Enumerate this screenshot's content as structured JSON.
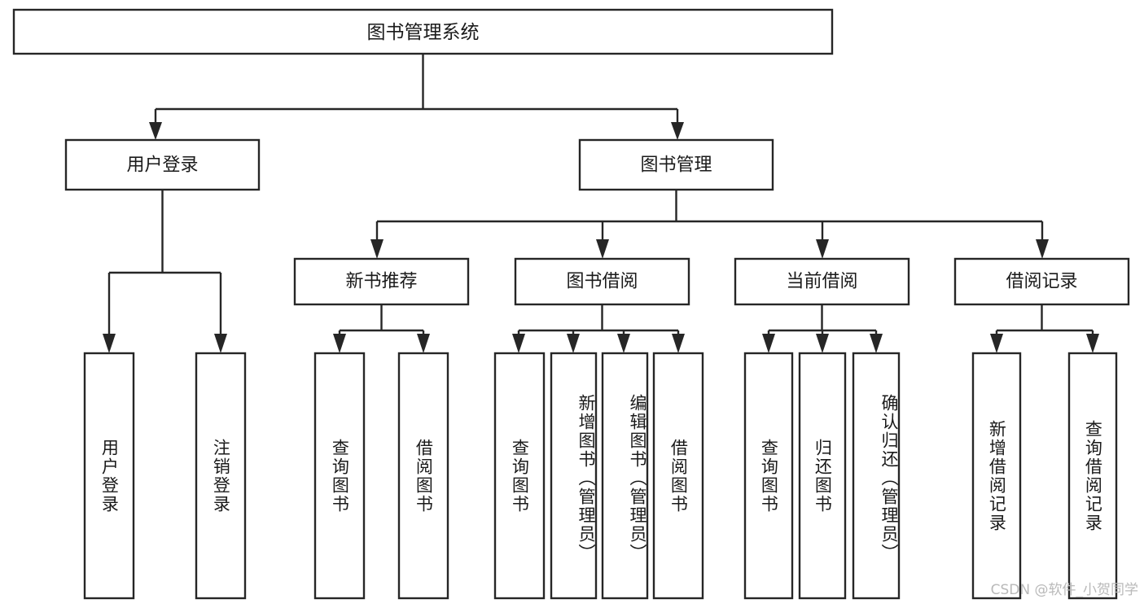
{
  "diagram": {
    "title": "图书管理系统",
    "type": "hierarchy-tree",
    "colors": {
      "stroke": "#262626",
      "fill": "#ffffff",
      "text": "#1a1a1a",
      "watermark": "#b9b9b9",
      "background": "#ffffff"
    },
    "root": {
      "label": "图书管理系统"
    },
    "level2": [
      {
        "label": "用户登录"
      },
      {
        "label": "图书管理"
      }
    ],
    "level3": [
      {
        "label": "新书推荐"
      },
      {
        "label": "图书借阅"
      },
      {
        "label": "当前借阅"
      },
      {
        "label": "借阅记录"
      }
    ],
    "leaves": {
      "user_login": [
        {
          "label": "用户登录"
        },
        {
          "label": "注销登录"
        }
      ],
      "new_book_recommend": [
        {
          "label": "查询图书"
        },
        {
          "label": "借阅图书"
        }
      ],
      "book_borrow": [
        {
          "label": "查询图书"
        },
        {
          "label": "新增图书（管理员）"
        },
        {
          "label": "编辑图书（管理员）"
        },
        {
          "label": "借阅图书"
        }
      ],
      "current_borrow": [
        {
          "label": "查询图书"
        },
        {
          "label": "归还图书"
        },
        {
          "label": "确认归还（管理员）"
        }
      ],
      "borrow_record": [
        {
          "label": "新增借阅记录"
        },
        {
          "label": "查询借阅记录"
        }
      ]
    }
  },
  "watermark": {
    "text": "CSDN @软件_小贺同学"
  }
}
